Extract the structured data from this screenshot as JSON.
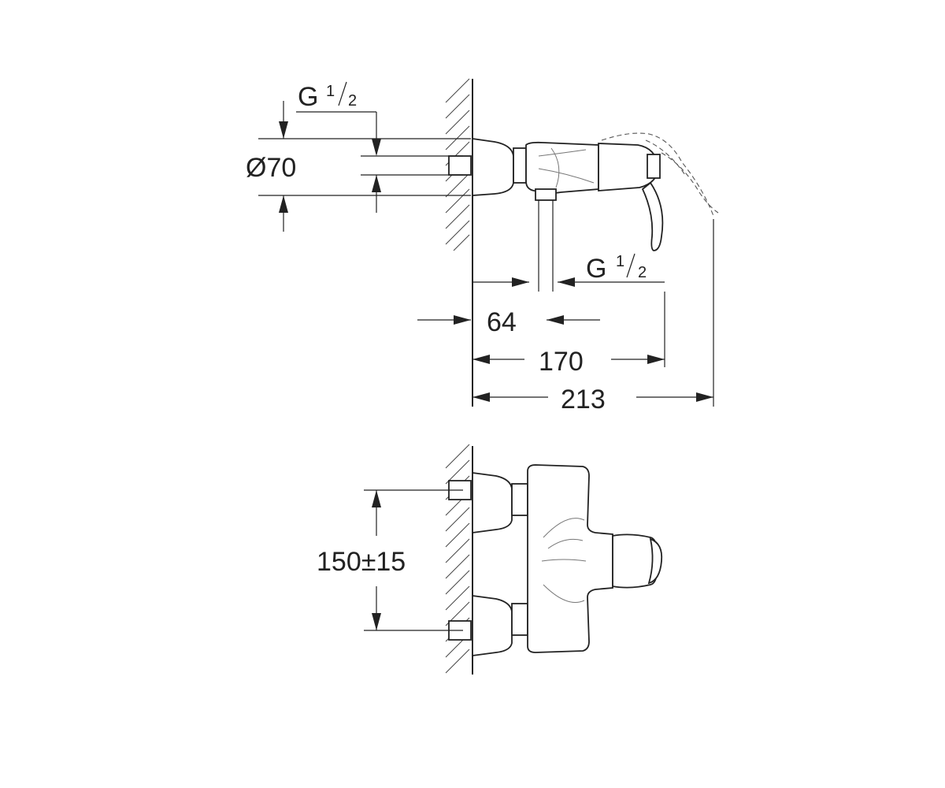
{
  "side_view": {
    "thread_top": {
      "letter": "G",
      "num": "1",
      "den": "2"
    },
    "diameter": "Ø70",
    "thread_bottom": {
      "letter": "G",
      "num": "1",
      "den": "2"
    },
    "dim_64": "64",
    "dim_170": "170",
    "dim_213": "213"
  },
  "top_view": {
    "spacing": "150±15"
  }
}
